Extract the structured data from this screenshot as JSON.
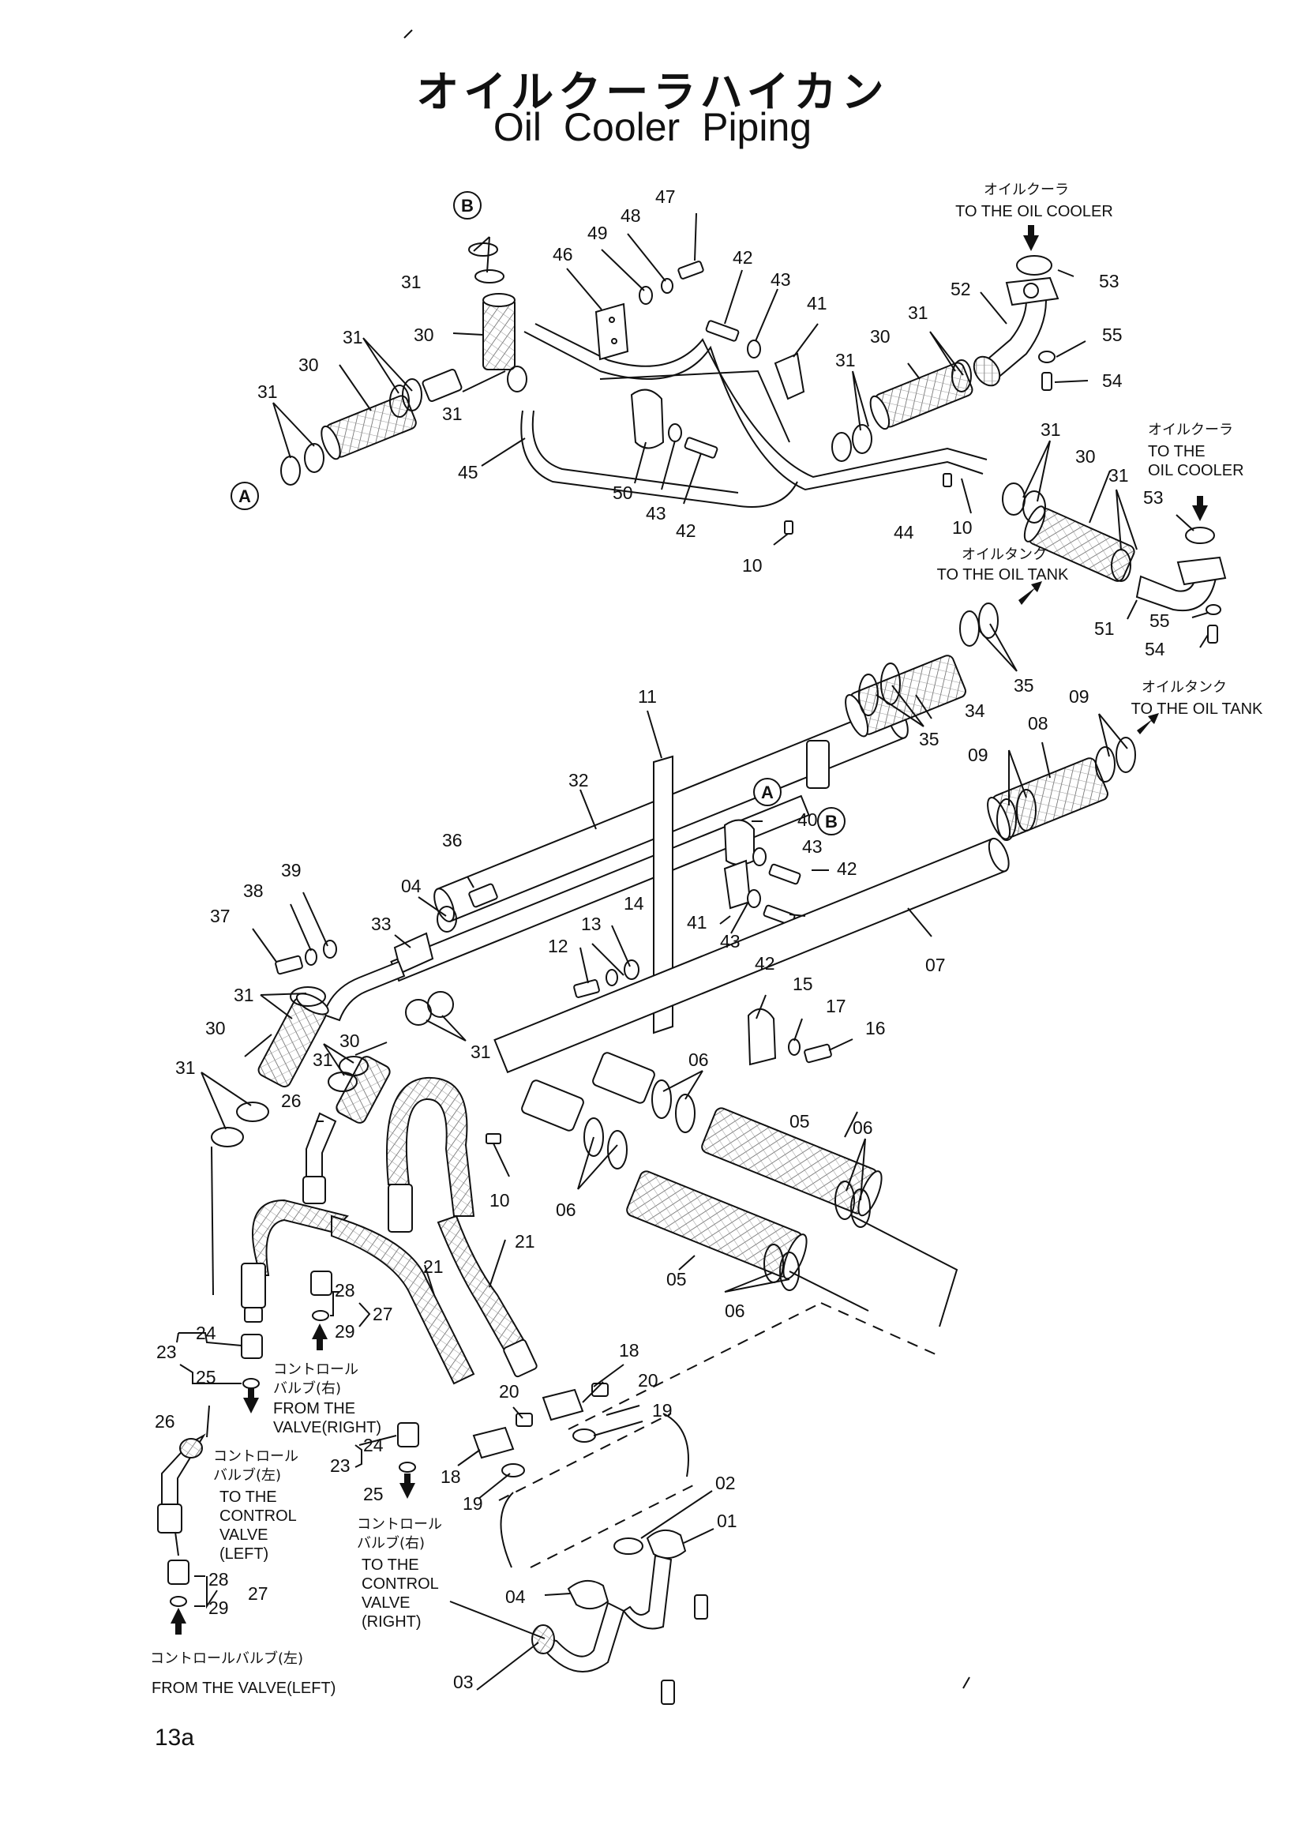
{
  "title": {
    "japanese": "オイルクーラハイカン",
    "english": "Oil Cooler Piping"
  },
  "page_number": "13a",
  "reference_markers": {
    "a": "A",
    "b": "B"
  },
  "annotations": {
    "to_oil_cooler_top": {
      "jp": "オイルクーラ",
      "en": "TO THE OIL COOLER"
    },
    "to_oil_cooler_right": {
      "jp": "オイルクーラ",
      "en1": "TO THE",
      "en2": "OIL COOLER"
    },
    "to_oil_tank_1": {
      "jp": "オイルタンク",
      "en": "TO THE OIL TANK"
    },
    "to_oil_tank_2": {
      "jp": "オイルタンク",
      "en": "TO THE OIL TANK"
    },
    "from_valve_right": {
      "jp1": "コントロール",
      "jp2": "バルブ(右)",
      "en1": "FROM THE",
      "en2": "VALVE(RIGHT)"
    },
    "to_valve_left": {
      "jp1": "コントロール",
      "jp2": "バルブ(左)",
      "en1": "TO THE",
      "en2": "CONTROL",
      "en3": "VALVE",
      "en4": "(LEFT)"
    },
    "to_valve_right": {
      "jp1": "コントロール",
      "jp2": "バルブ(右)",
      "en1": "TO THE",
      "en2": "CONTROL",
      "en3": "VALVE",
      "en4": "(RIGHT)"
    },
    "from_valve_left": {
      "jp": "コントロールバルブ(左)",
      "en": "FROM THE VALVE(LEFT)"
    }
  },
  "part_numbers": {
    "p01": "01",
    "p02": "02",
    "p03": "03",
    "p04": "04",
    "p05": "05",
    "p06": "06",
    "p07": "07",
    "p08": "08",
    "p09": "09",
    "p10": "10",
    "p11": "11",
    "p12": "12",
    "p13": "13",
    "p14": "14",
    "p15": "15",
    "p16": "16",
    "p17": "17",
    "p18": "18",
    "p19": "19",
    "p20": "20",
    "p21": "21",
    "p23": "23",
    "p24": "24",
    "p25": "25",
    "p26": "26",
    "p27": "27",
    "p28": "28",
    "p29": "29",
    "p30": "30",
    "p31": "31",
    "p32": "32",
    "p33": "33",
    "p34": "34",
    "p35": "35",
    "p36": "36",
    "p37": "37",
    "p38": "38",
    "p39": "39",
    "p40": "40",
    "p41": "41",
    "p42": "42",
    "p43": "43",
    "p44": "44",
    "p45": "45",
    "p46": "46",
    "p47": "47",
    "p48": "48",
    "p49": "49",
    "p50": "50",
    "p51": "51",
    "p52": "52",
    "p53": "53",
    "p54": "54",
    "p55": "55"
  }
}
